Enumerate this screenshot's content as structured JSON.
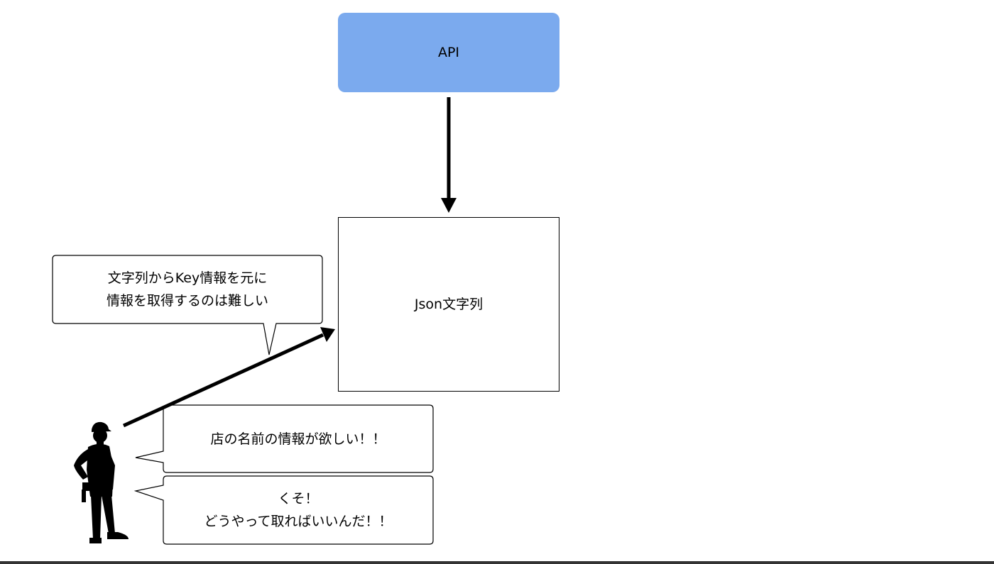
{
  "nodes": {
    "api": {
      "label": "API"
    },
    "json": {
      "label": "Json文字列"
    }
  },
  "callouts": {
    "difficulty": {
      "lines": [
        "文字列からKey情報を元に",
        "情報を取得するのは難しい"
      ]
    },
    "want": {
      "lines": [
        "店の名前の情報が欲しい！！"
      ]
    },
    "frustration": {
      "lines": [
        "くそ！",
        "どうやって取ればいいんだ！！"
      ]
    }
  },
  "icons": {
    "person": "worker-silhouette-icon"
  },
  "colors": {
    "api_fill": "#7baaee",
    "stroke": "#000000",
    "bottom_rule": "#333333"
  }
}
